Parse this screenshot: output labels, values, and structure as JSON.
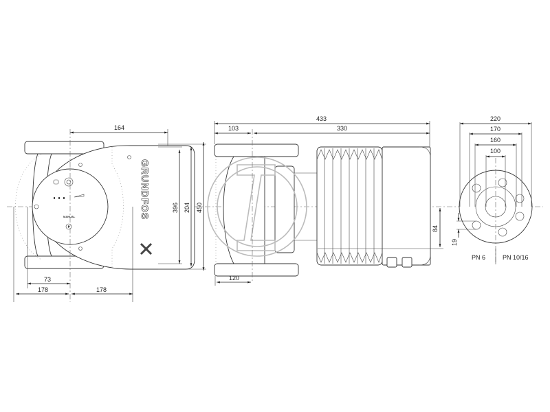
{
  "drawing": {
    "brand_text": "GRUNDFOS",
    "control_label": "MANUAL",
    "front_view": {
      "dims": {
        "top_width": "164",
        "left_offset": "73",
        "bottom_left": "178",
        "bottom_right": "178",
        "height_inner": "396",
        "height_mid": "204",
        "height_total": "450"
      }
    },
    "side_view": {
      "dims": {
        "overall_length": "433",
        "flange_to_axis": "103",
        "motor_length": "330",
        "flange_width": "120",
        "axis_offset": "84"
      }
    },
    "flange_view": {
      "dims": {
        "outer_diameter": "220",
        "bolt_circle_pn10": "170",
        "bolt_circle_pn6": "160",
        "bore": "100",
        "bolt_hole": "19"
      },
      "labels": {
        "left": "PN 6",
        "right": "PN 10/16"
      }
    }
  }
}
